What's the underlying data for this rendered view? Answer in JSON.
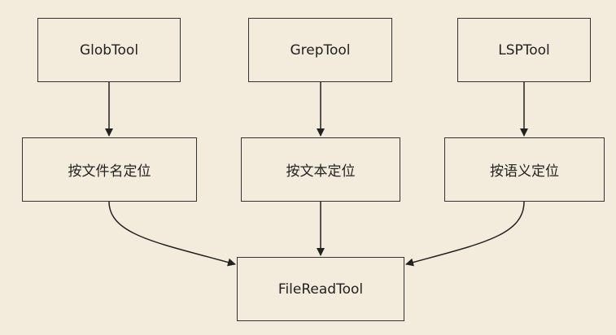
{
  "diagram": {
    "nodes": {
      "glob": "GlobTool",
      "grep": "GrepTool",
      "lsp": "LSPTool",
      "by_filename": "按文件名定位",
      "by_text": "按文本定位",
      "by_semantic": "按语义定位",
      "file_read": "FileReadTool"
    },
    "edges": [
      {
        "from": "GlobTool",
        "to": "按文件名定位"
      },
      {
        "from": "GrepTool",
        "to": "按文本定位"
      },
      {
        "from": "LSPTool",
        "to": "按语义定位"
      },
      {
        "from": "按文件名定位",
        "to": "FileReadTool"
      },
      {
        "from": "按文本定位",
        "to": "FileReadTool"
      },
      {
        "from": "按语义定位",
        "to": "FileReadTool"
      }
    ]
  },
  "colors": {
    "background": "#f3ebdc",
    "stroke": "#333333",
    "text": "#222222"
  }
}
